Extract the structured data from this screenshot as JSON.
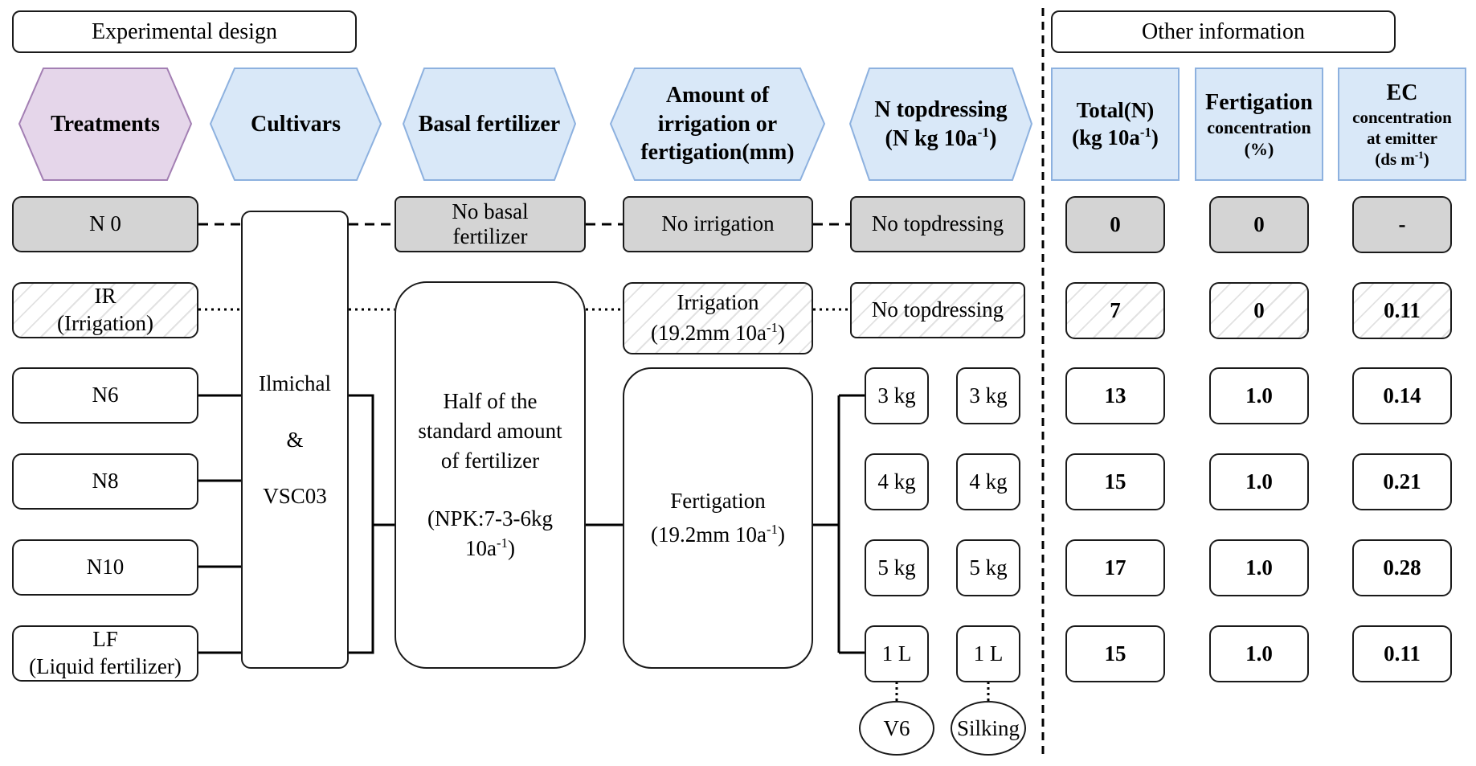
{
  "sections": {
    "experimental_design": "Experimental design",
    "other_information": "Other information"
  },
  "headers": {
    "treatments": "Treatments",
    "cultivars": "Cultivars",
    "basal_fertilizer": "Basal fertilizer",
    "amount_line1": "Amount of",
    "amount_line2": "irrigation or",
    "amount_line3": "fertigation(mm)",
    "topdress_line1": "N topdressing",
    "topdress_line2_pre": "(N kg 10a",
    "topdress_line2_sup": "-1",
    "topdress_line2_post": ")",
    "total_line1": "Total(N)",
    "total_line2_pre": "(kg 10a",
    "total_line2_sup": "-1",
    "total_line2_post": ")",
    "fert_line1": "Fertigation",
    "fert_line2": "concentration",
    "fert_line3": "(%)",
    "ec_line1": "EC",
    "ec_line2": "concentration",
    "ec_line3": "at emitter",
    "ec_line4_pre": "(ds m",
    "ec_line4_sup": "-1",
    "ec_line4_post": ")"
  },
  "treatments": [
    {
      "line1": "N 0",
      "line2": ""
    },
    {
      "line1": "IR",
      "line2": "(Irrigation)"
    },
    {
      "line1": "N6",
      "line2": ""
    },
    {
      "line1": "N8",
      "line2": ""
    },
    {
      "line1": "N10",
      "line2": ""
    },
    {
      "line1": "LF",
      "line2": "(Liquid fertilizer)"
    }
  ],
  "cultivars": {
    "line1": "Ilmichal",
    "line2": "&",
    "line3": "VSC03"
  },
  "basal": {
    "none_line1": "No basal",
    "none_line2": "fertilizer",
    "half_line1": "Half of the",
    "half_line2": "standard amount",
    "half_line3": "of fertilizer",
    "half_line4": "(NPK:7-3-6kg",
    "half_line5_pre": "10a",
    "half_line5_sup": "-1",
    "half_line5_post": ")"
  },
  "irrigation": {
    "none": "No irrigation",
    "irr_line1": "Irrigation",
    "irr_line2_pre": "(19.2mm 10a",
    "irr_line2_sup": "-1",
    "irr_line2_post": ")",
    "fert_line1": "Fertigation",
    "fert_line2_pre": "(19.2mm 10a",
    "fert_line2_sup": "-1",
    "fert_line2_post": ")"
  },
  "topdressing": {
    "none1": "No topdressing",
    "none2": "No topdressing",
    "v6": [
      "3 kg",
      "4 kg",
      "5 kg",
      "1 L"
    ],
    "silking": [
      "3 kg",
      "4 kg",
      "5 kg",
      "1 L"
    ],
    "stage_v6": "V6",
    "stage_silking": "Silking"
  },
  "other_info": {
    "total_n": [
      "0",
      "7",
      "13",
      "15",
      "17",
      "15"
    ],
    "fertigation_conc": [
      "0",
      "0",
      "1.0",
      "1.0",
      "1.0",
      "1.0"
    ],
    "ec": [
      "-",
      "0.11",
      "0.14",
      "0.21",
      "0.28",
      "0.11"
    ]
  },
  "colors": {
    "treatments_header_fill": "#e5d6ea",
    "treatments_header_stroke": "#a37fb3",
    "blue_header_fill": "#d9e8f8",
    "blue_header_stroke": "#8db1df",
    "gray_box_fill": "#d4d4d4"
  }
}
